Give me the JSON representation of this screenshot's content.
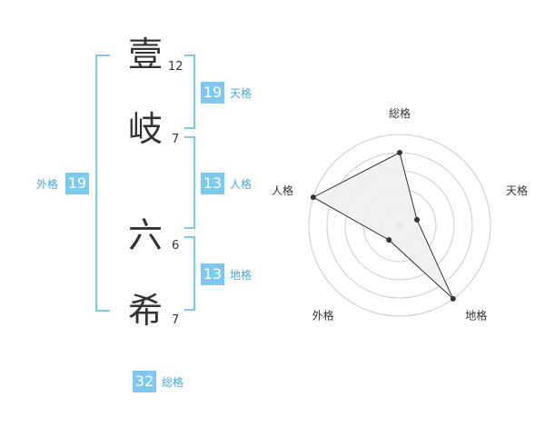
{
  "name": {
    "chars": [
      {
        "char": "壹",
        "strokes": "12"
      },
      {
        "char": "岐",
        "strokes": "7"
      },
      {
        "char": "六",
        "strokes": "6"
      },
      {
        "char": "希",
        "strokes": "7"
      }
    ]
  },
  "kaku": {
    "tenkaku": {
      "value": "19",
      "label": "天格"
    },
    "jinkaku": {
      "value": "13",
      "label": "人格"
    },
    "chikaku": {
      "value": "13",
      "label": "地格"
    },
    "gaikaku": {
      "value": "19",
      "label": "外格"
    },
    "soukaku": {
      "value": "32",
      "label": "総格"
    }
  },
  "radar": {
    "axes": [
      "総格",
      "天格",
      "地格",
      "外格",
      "人格"
    ],
    "levels": 5,
    "scores": [
      4,
      1,
      5,
      1,
      5
    ]
  },
  "colors": {
    "accent": "#7cc8ef",
    "label": "#4aa7db",
    "text": "#333333",
    "grid": "#cccccc",
    "fill": "#efefef"
  }
}
